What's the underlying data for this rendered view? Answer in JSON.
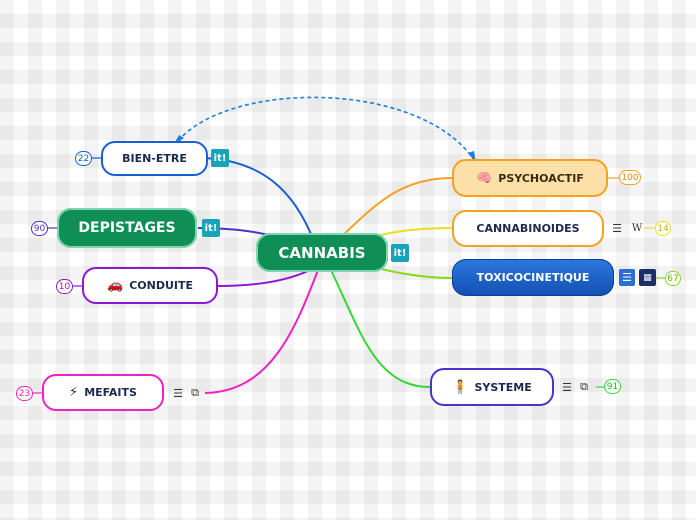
{
  "center": {
    "label": "CANNABIS",
    "it_icon": "it!"
  },
  "nodes": {
    "bien_etre": {
      "label": "BIEN-ETRE",
      "count": "22",
      "it_icon": "it!"
    },
    "depistages": {
      "label": "DEPISTAGES",
      "count": "90",
      "it_icon": "it!"
    },
    "conduite": {
      "label": "CONDUITE",
      "count": "10",
      "icon": "🚗"
    },
    "mefaits": {
      "label": "MEFAITS",
      "count": "23",
      "icon": "⚡"
    },
    "psychoactif": {
      "label": "PSYCHOACTIF",
      "count": "100",
      "icon": "🧠"
    },
    "cannabinoides": {
      "label": "CANNABINOIDES",
      "count": "14",
      "wiki_glyph": "W"
    },
    "toxicocinetique": {
      "label": "TOXICOCINETIQUE",
      "count": "67"
    },
    "systeme": {
      "label": "SYSTEME",
      "count": "91",
      "icon": "🧍"
    }
  },
  "colors": {
    "center": "#0f8e55",
    "bien_etre": "#1a5fd0",
    "depistages": "#4b32c8",
    "conduite": "#8a1ad2",
    "mefaits": "#ee22c2",
    "psychoactif": "#f5a020",
    "cannabinoides": "#e6e020",
    "toxicocinetique": "#88d818",
    "systeme": "#33d833",
    "dashed_link": "#1d7fd6"
  },
  "icons": {
    "notes": "notes-icon",
    "link": "external-link-icon",
    "wikipedia": "wikipedia-icon",
    "spreadsheet": "spreadsheet-icon",
    "it": "it-brand-icon"
  }
}
